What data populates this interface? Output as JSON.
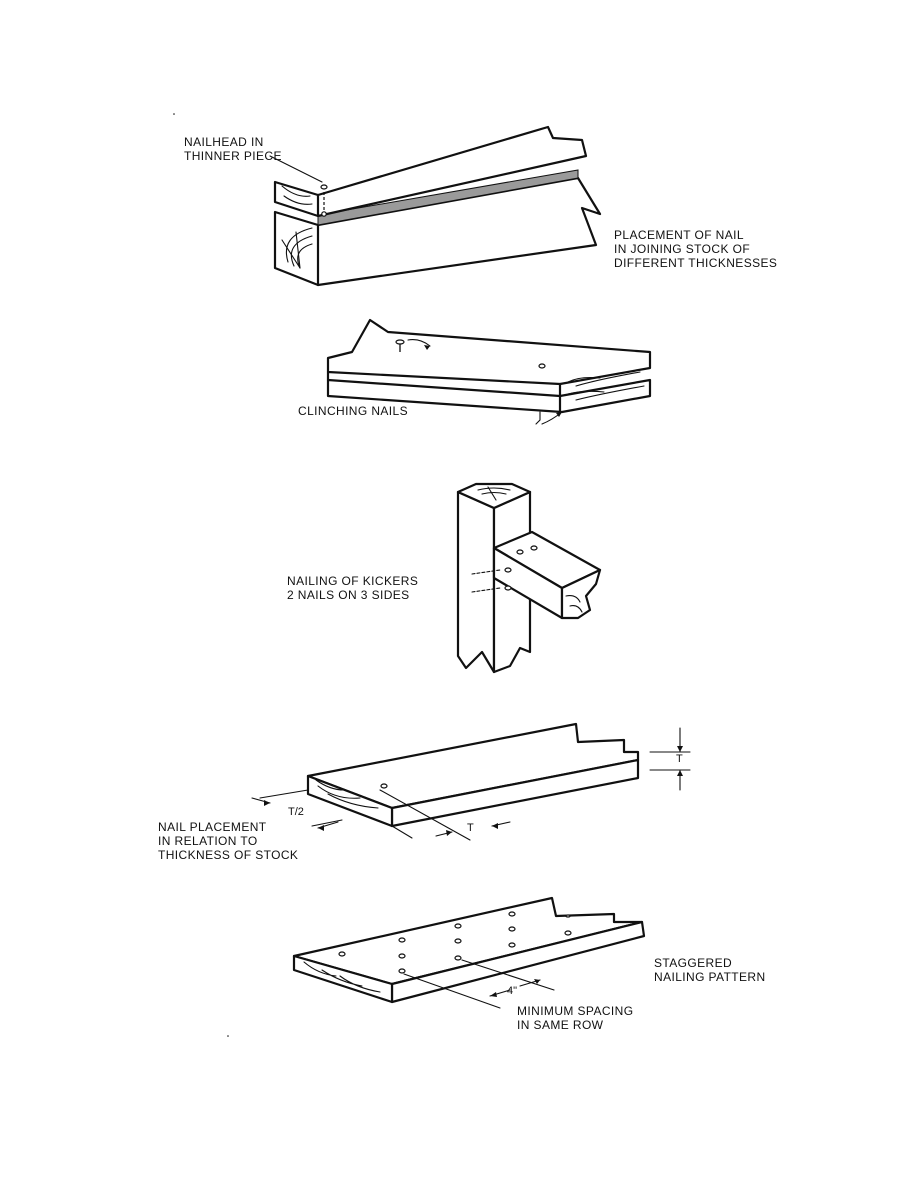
{
  "figures": {
    "thickness": {
      "callout": [
        "NAILHEAD IN",
        "THINNER PIECE"
      ],
      "caption": [
        "PLACEMENT OF NAIL",
        "IN JOINING STOCK OF",
        "DIFFERENT THICKNESSES"
      ]
    },
    "clinching": {
      "caption": [
        "CLINCHING NAILS"
      ]
    },
    "kickers": {
      "caption": [
        "NAILING OF KICKERS",
        "2 NAILS ON 3 SIDES"
      ]
    },
    "placement": {
      "caption": [
        "NAIL PLACEMENT",
        "IN RELATION TO",
        "THICKNESS OF STOCK"
      ],
      "dim_half": "T/2",
      "dim_t_side": "T",
      "dim_t_edge": "T"
    },
    "staggered": {
      "caption": [
        "STAGGERED",
        "NAILING PATTERN"
      ],
      "spacing_label": [
        "MINIMUM SPACING",
        "IN SAME ROW"
      ],
      "spacing_value": "4\""
    }
  }
}
